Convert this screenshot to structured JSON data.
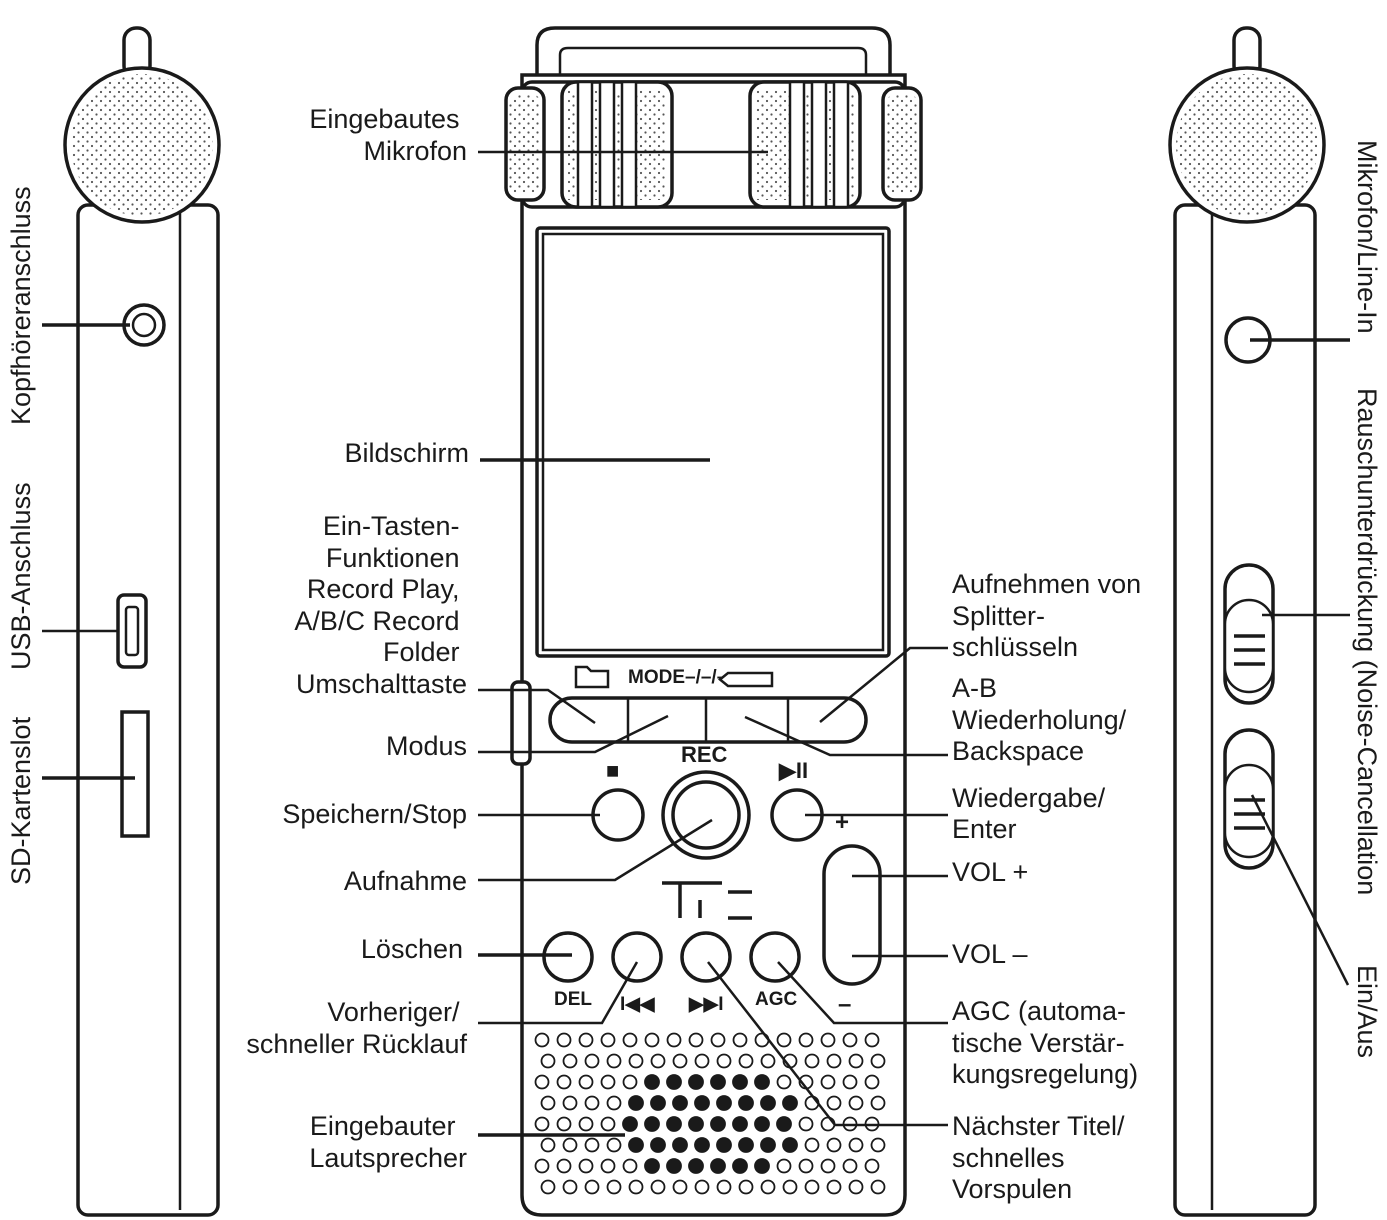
{
  "labels": {
    "mic": [
      "Eingebautes",
      "Mikrofon"
    ],
    "screen": "Bildschirm",
    "onekey": [
      "Ein-Tasten-",
      "Funktionen",
      "Record Play,",
      "A/B/C Record",
      "Folder",
      "Umschalttaste"
    ],
    "mode": "Modus",
    "stop": "Speichern/Stop",
    "record": "Aufnahme",
    "delete": "Löschen",
    "prev": [
      "Vorheriger/",
      "schneller Rücklauf"
    ],
    "speaker": [
      "Eingebauter",
      "Lautsprecher"
    ],
    "split": [
      "Aufnehmen von",
      "Splitter-",
      "schlüsseln"
    ],
    "ab": [
      "A-B",
      "Wiederholung/",
      "Backspace"
    ],
    "play": [
      "Wiedergabe/",
      "Enter"
    ],
    "volplus": "VOL +",
    "volminus": "VOL –",
    "agc": [
      "AGC (automa-",
      "tische Verstär-",
      "kungsregelung)"
    ],
    "next": [
      "Nächster Titel/",
      "schnelles",
      "Vorspulen"
    ]
  },
  "side_left": {
    "headphone": "Kopfhöreranschluss",
    "usb": "USB-Anschluss",
    "sd": "SD-Kartenslot"
  },
  "side_right": {
    "linein": "Mikrofon/Line-In",
    "noise": "Rauschunterdrückung (Noise-Cancellation",
    "power": "Ein/Aus"
  },
  "device": {
    "mode_text": "MODE–/–/–",
    "rec": "REC",
    "del": "DEL",
    "agc": "AGC",
    "plus": "+",
    "minus": "–",
    "stop_glyph": "■",
    "play_glyph": "▶II",
    "prev_glyph": "I◀◀",
    "next_glyph": "▶▶I"
  }
}
